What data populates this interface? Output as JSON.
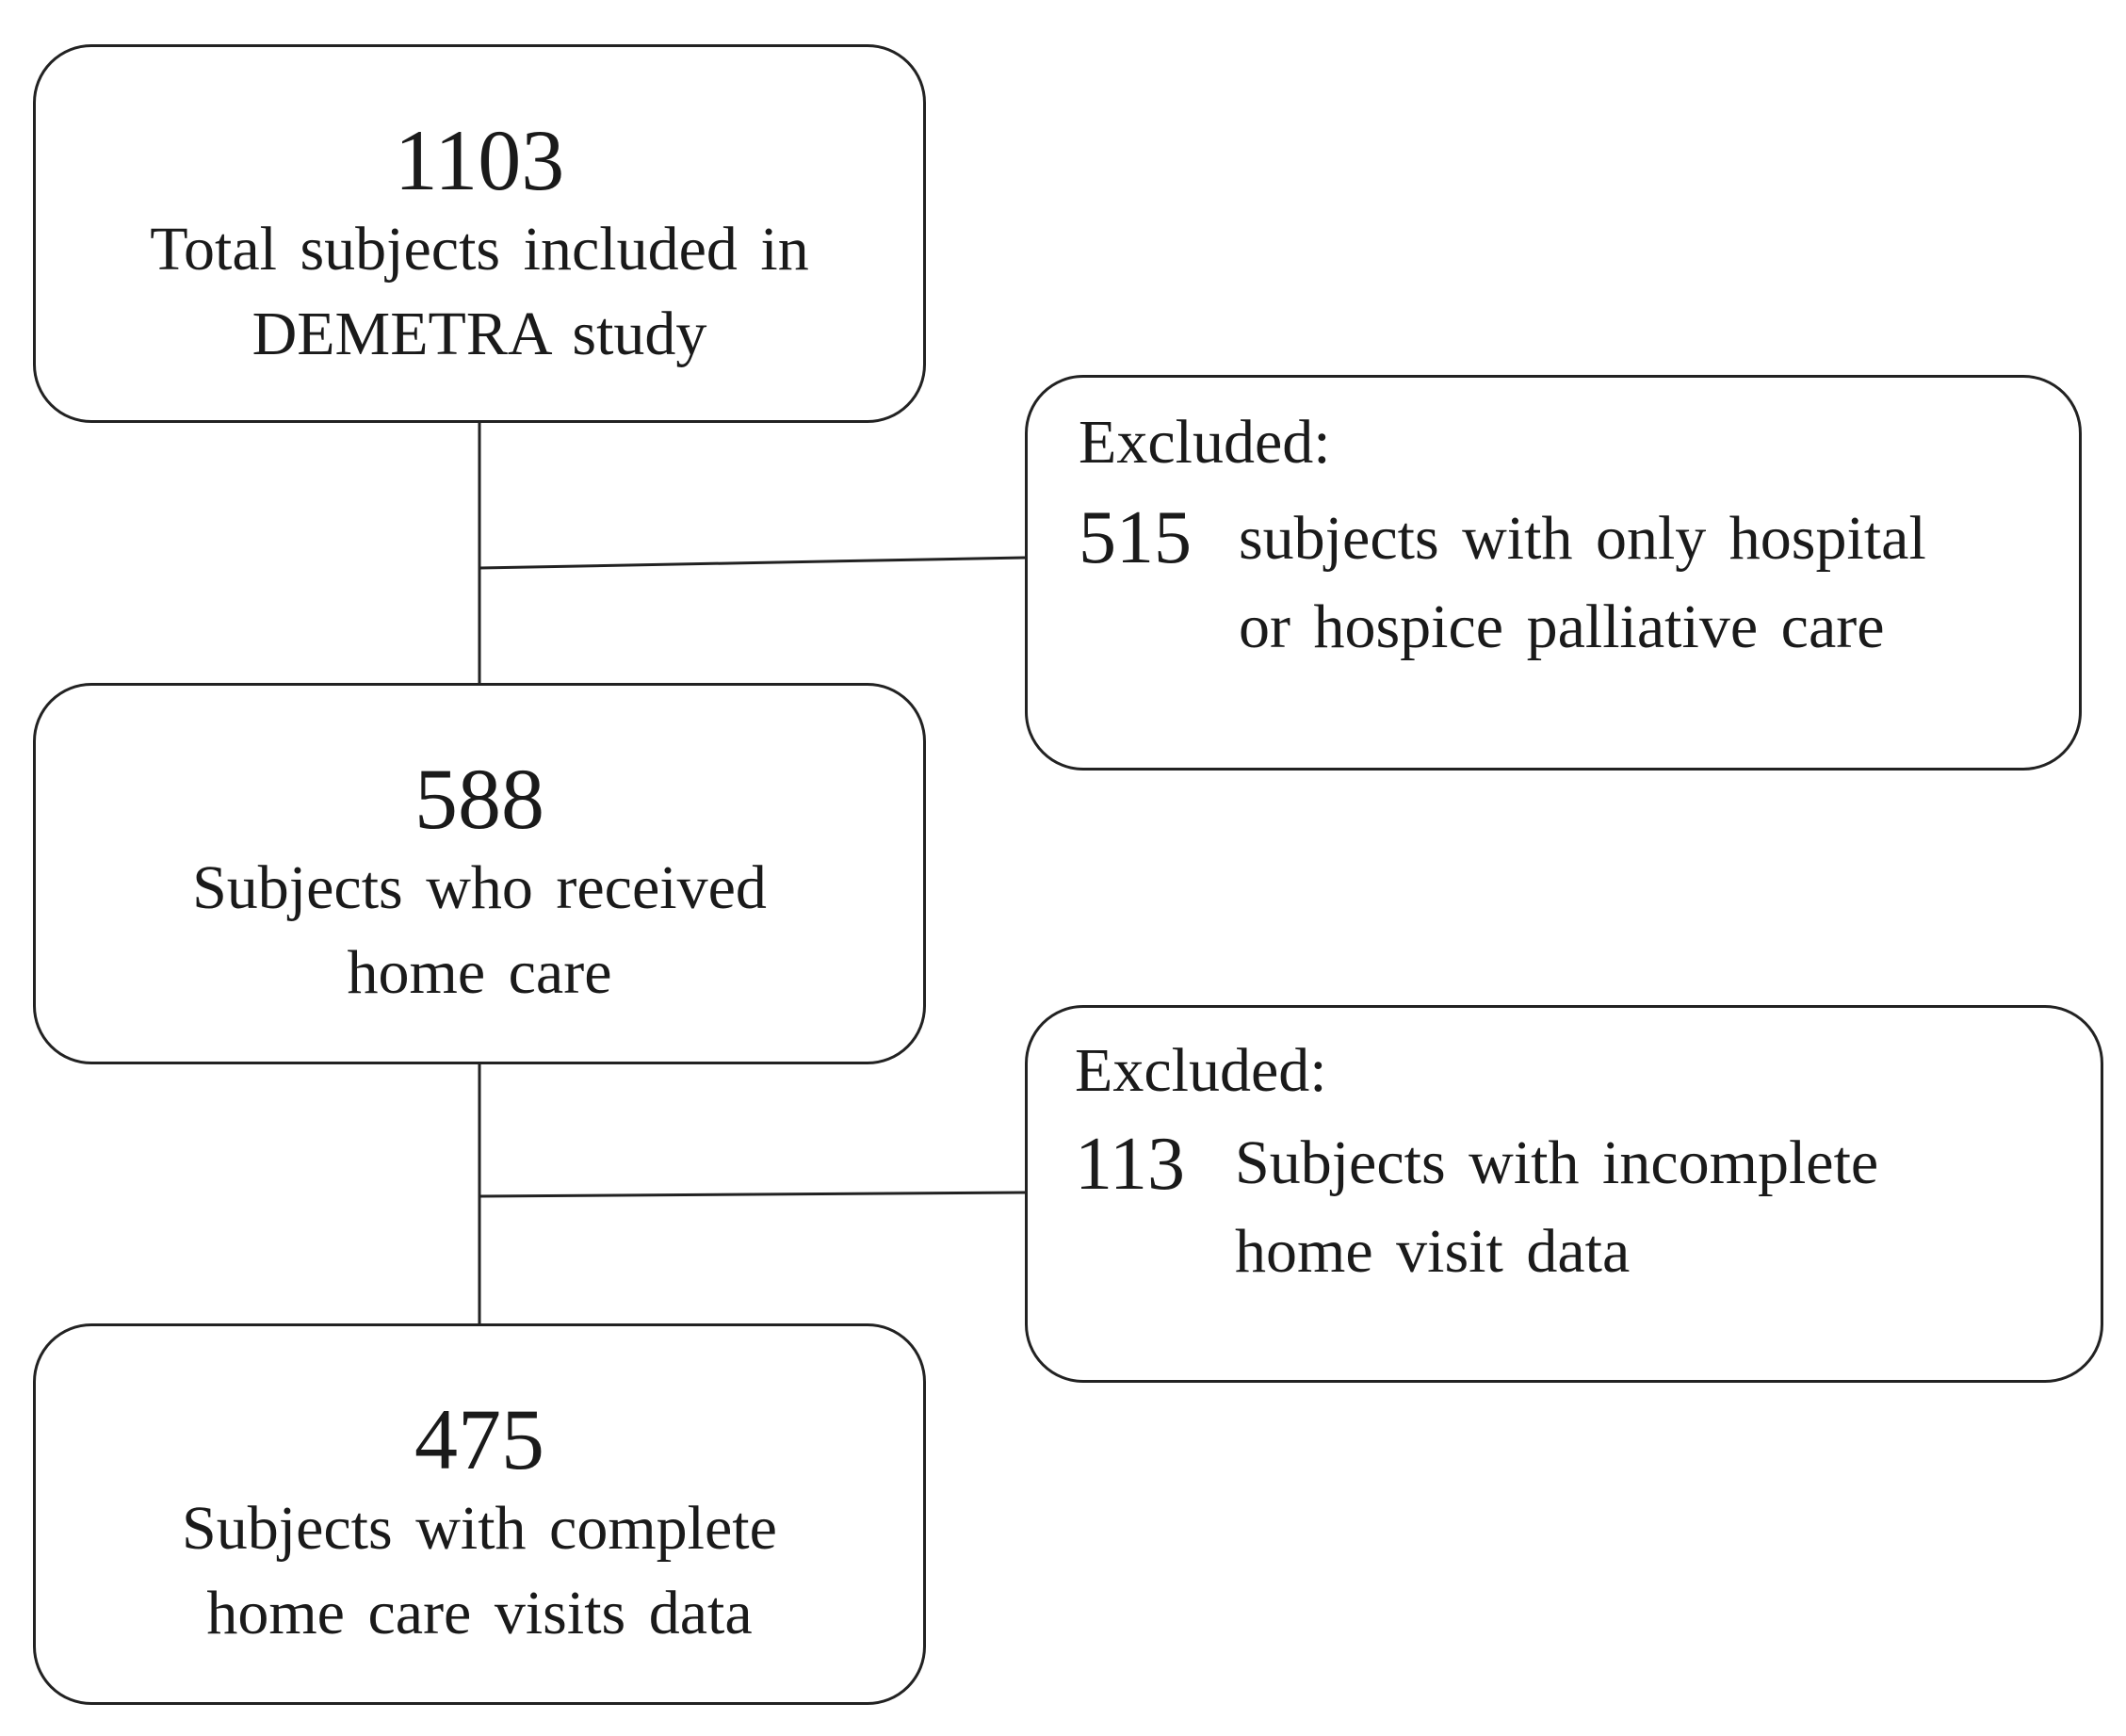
{
  "flow_steps": [
    {
      "count": "1103",
      "description_lines": [
        "Total subjects included in",
        "DEMETRA study"
      ]
    },
    {
      "count": "588",
      "description_lines": [
        "Subjects who received",
        "home care"
      ]
    },
    {
      "count": "475",
      "description_lines": [
        "Subjects with complete",
        "home care visits data"
      ]
    }
  ],
  "exclusions": [
    {
      "heading": "Excluded:",
      "count": "515",
      "description_lines": [
        "subjects with only hospital",
        "or hospice palliative care"
      ]
    },
    {
      "heading": "Excluded:",
      "count": "113",
      "description_lines": [
        "Subjects with incomplete",
        "home visit data"
      ]
    }
  ],
  "colors": {
    "border": "#222222",
    "text": "#1a1a1a",
    "background": "#ffffff"
  }
}
